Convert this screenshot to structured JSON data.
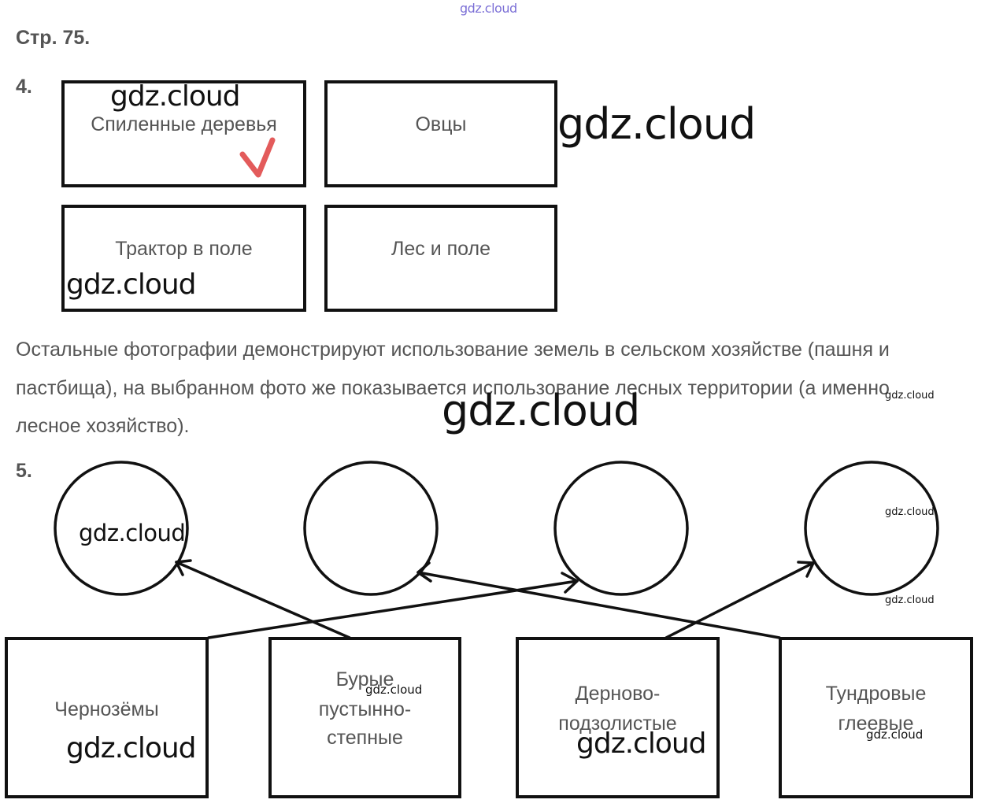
{
  "watermark": "gdz.cloud",
  "page_label": "Стр. 75.",
  "task4": {
    "number": "4.",
    "boxes": [
      "Спиленные деревья",
      "Овцы",
      "Трактор в поле",
      "Лес и поле"
    ],
    "checkmark_color": "#e35b5b",
    "explanation": "Остальные фотографии демонстрируют использование земель в сельском хозяйстве (пашня и пастбища), на выбранном фото же показывается использование лесных территории (а именно лесное хозяйство)."
  },
  "task5": {
    "number": "5.",
    "soils": [
      {
        "lines": [
          "Чернозёмы"
        ]
      },
      {
        "lines": [
          "Бурые",
          "пустынно-",
          "степные"
        ]
      },
      {
        "lines": [
          "Дерново-",
          "подзолистые"
        ]
      },
      {
        "lines": [
          "Тундровые",
          "глеевые"
        ]
      }
    ]
  }
}
